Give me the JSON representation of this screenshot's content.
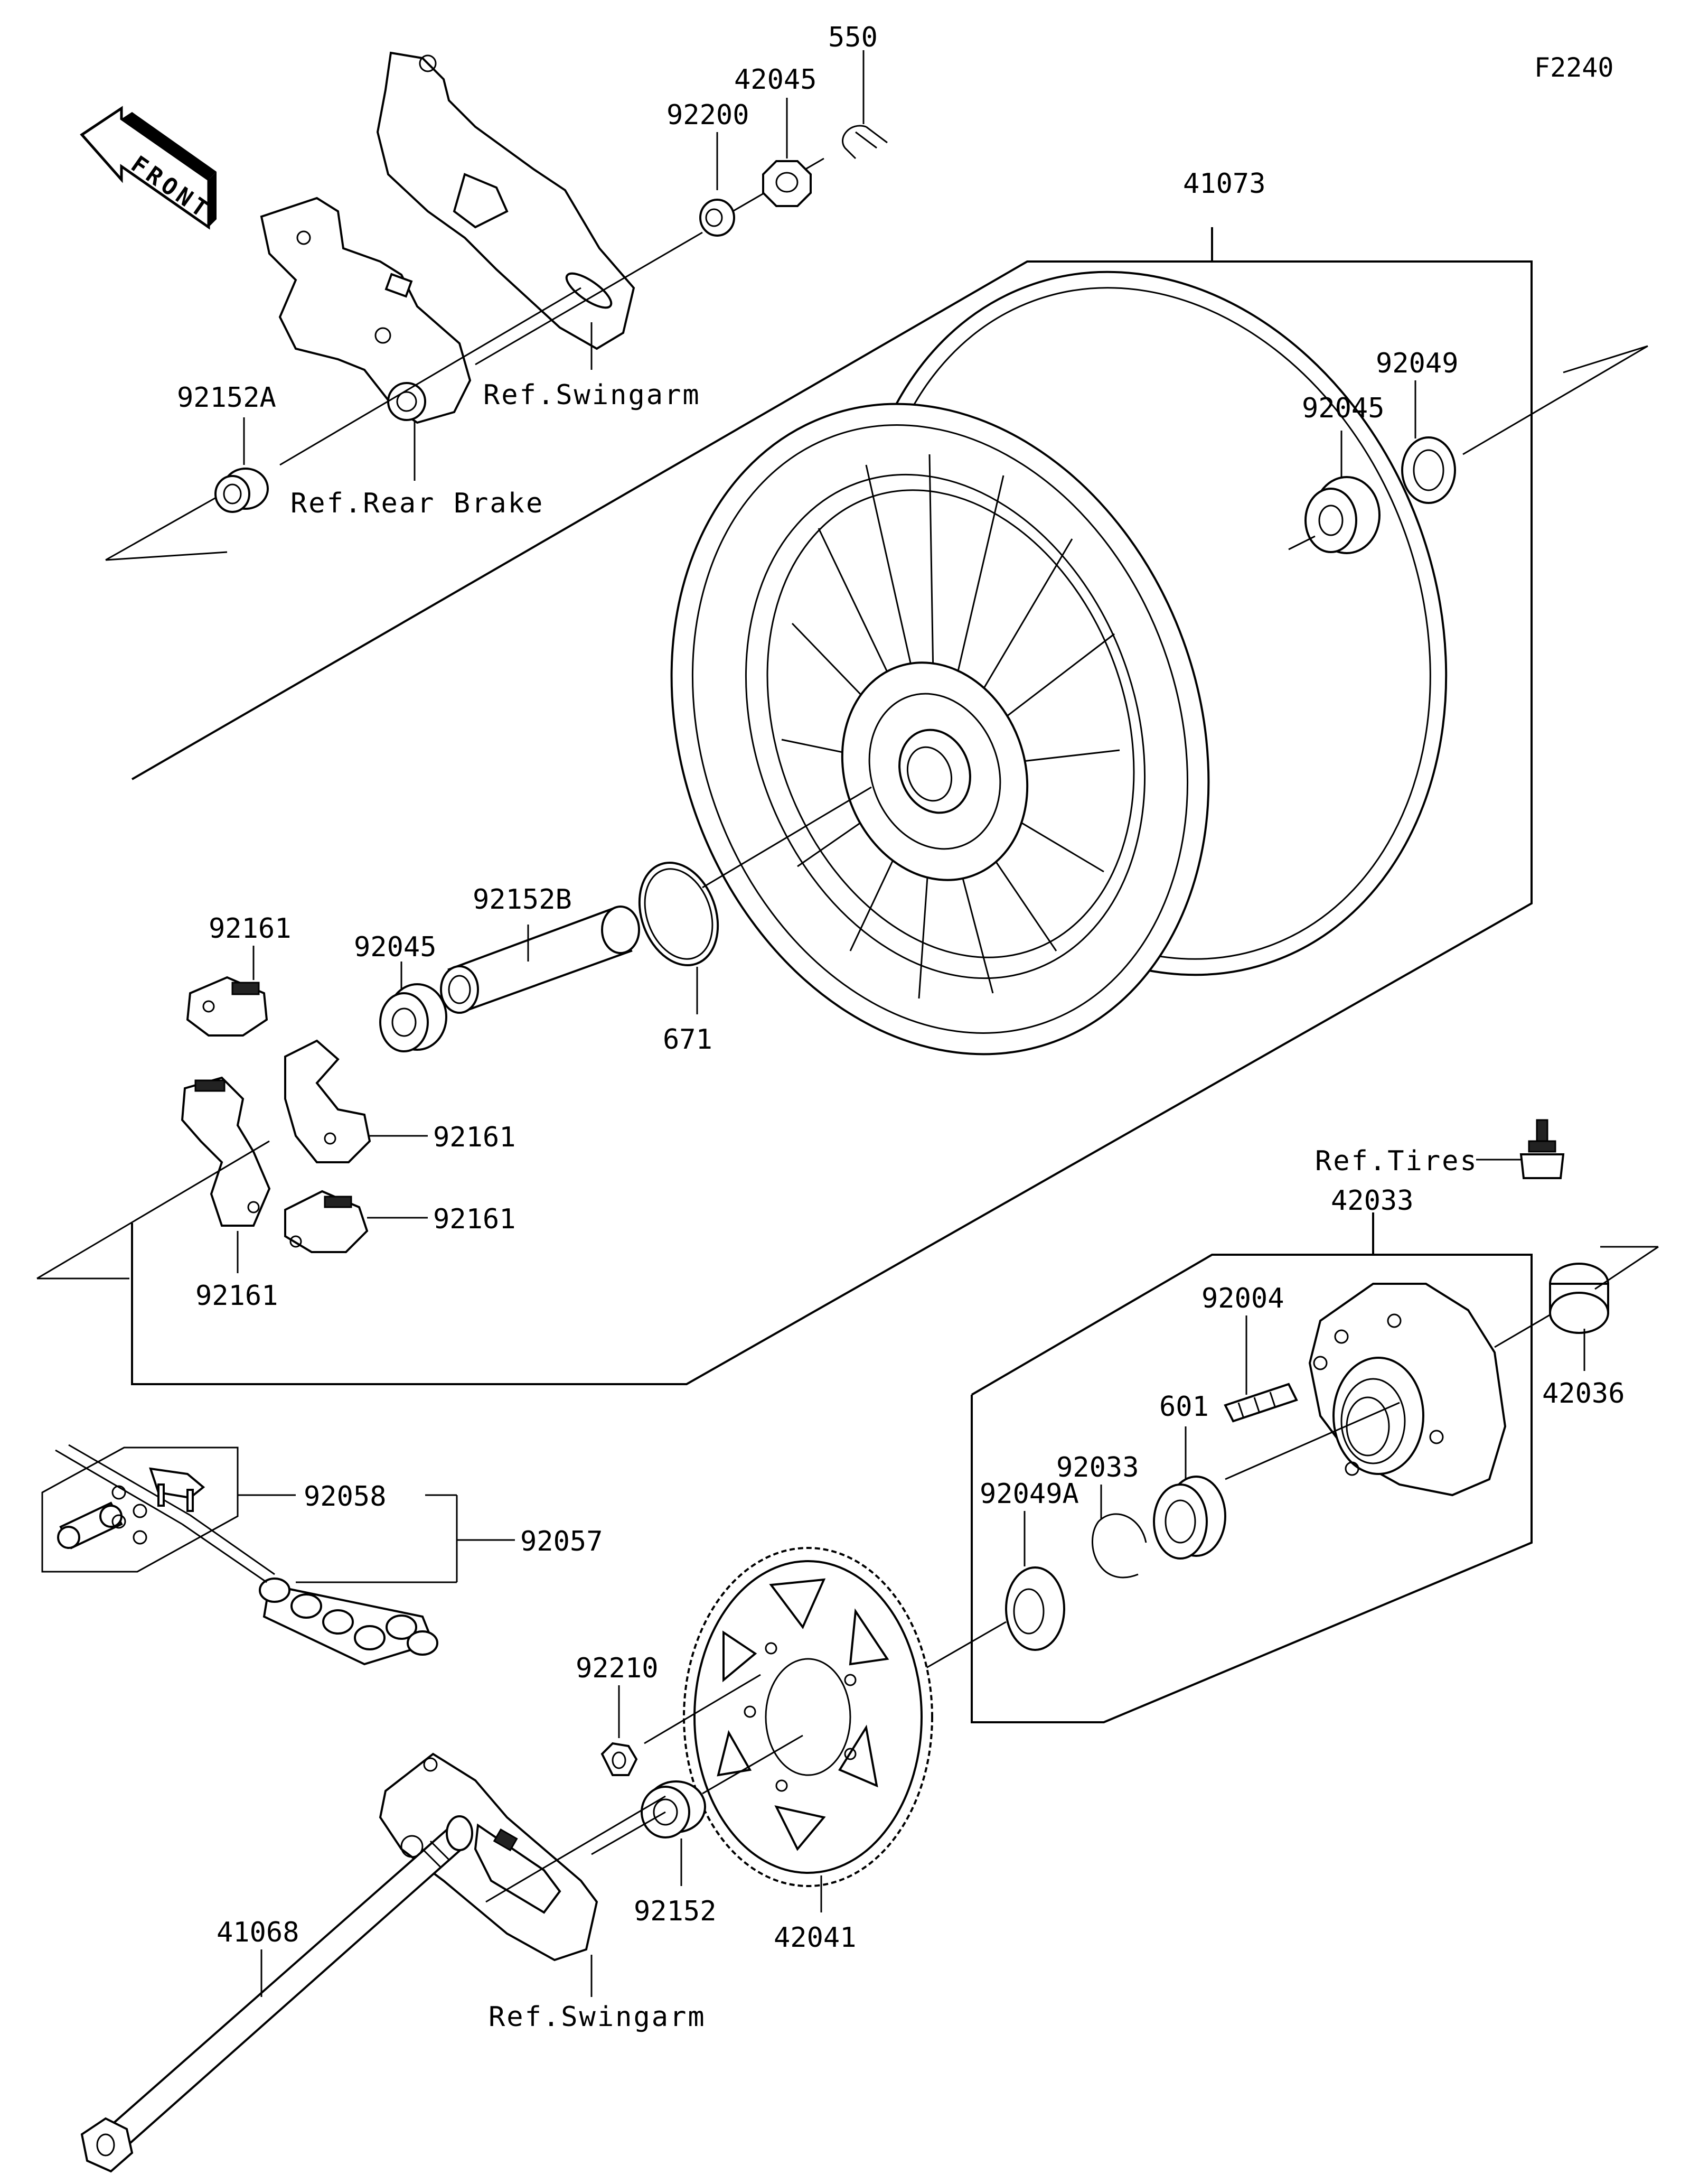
{
  "diagram_code": "F2240",
  "front_arrow_label": "FRONT",
  "parts": {
    "p550": "550",
    "p42045_top": "42045",
    "p92200": "92200",
    "p41073": "41073",
    "p92049": "92049",
    "p92045_right": "92045",
    "p92152A": "92152A",
    "p92152B": "92152B",
    "p671": "671",
    "p92161_a": "92161",
    "p92045_left": "92045",
    "p92161_b": "92161",
    "p92161_c": "92161",
    "p92161_d": "92161",
    "p42033": "42033",
    "p92004": "92004",
    "p42036": "42036",
    "p601": "601",
    "p92033": "92033",
    "p92049A": "92049A",
    "p92058": "92058",
    "p92057": "92057",
    "p92210": "92210",
    "p92152": "92152",
    "p42041": "42041",
    "p41068": "41068"
  },
  "refs": {
    "swingarm_top": "Ref.Swingarm",
    "rear_brake": "Ref.Rear Brake",
    "tires": "Ref.Tires",
    "swingarm_bottom": "Ref.Swingarm"
  }
}
